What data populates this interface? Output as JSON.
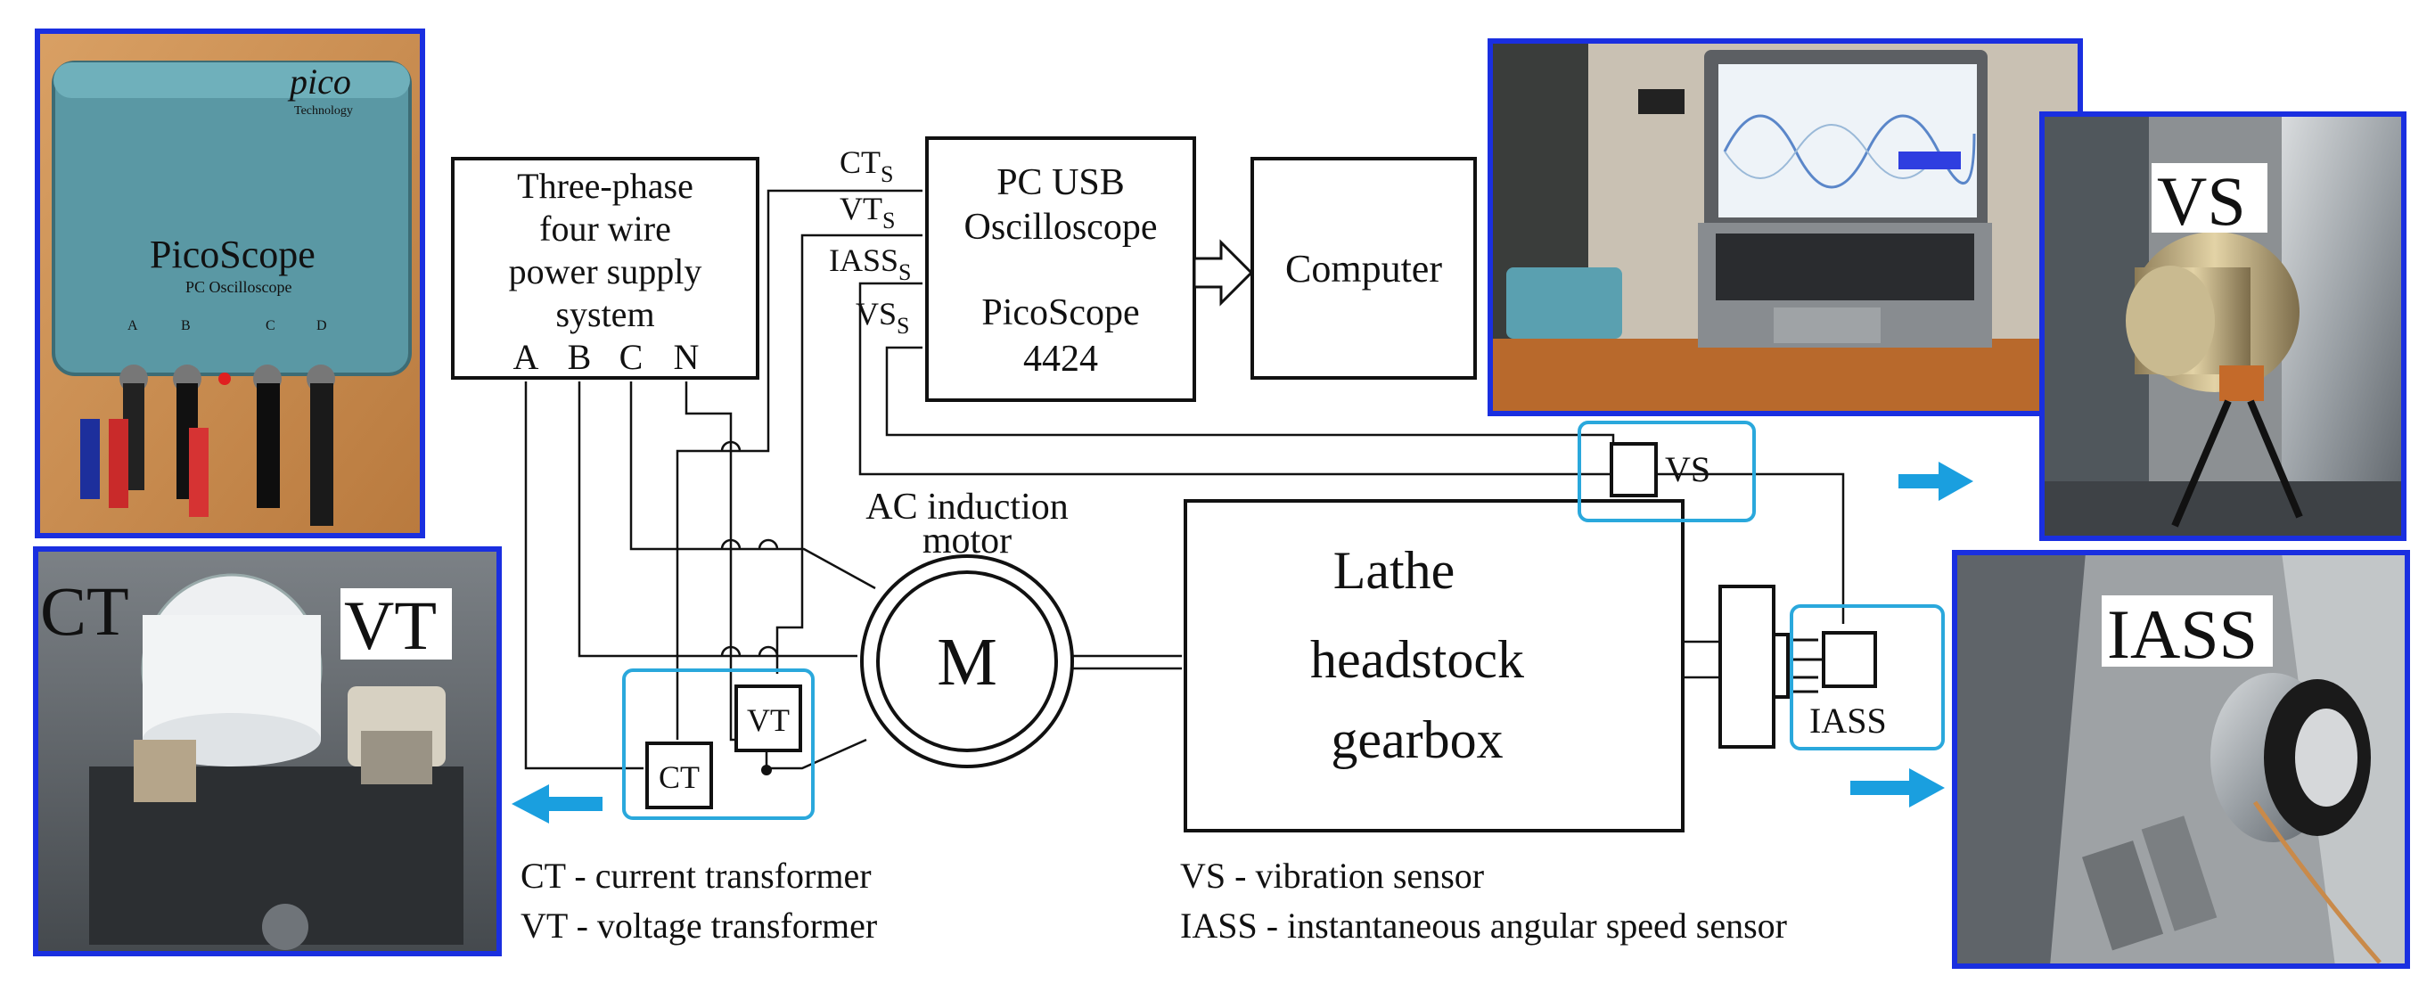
{
  "blocks": {
    "power_supply": {
      "lines": [
        "Three-phase",
        "four wire",
        "power supply",
        "system"
      ],
      "phases": [
        "A",
        "B",
        "C",
        "N"
      ]
    },
    "oscilloscope": {
      "line1": "PC  USB",
      "line2": "Oscilloscope",
      "line3": "PicoScope",
      "line4": "4424",
      "inputs": [
        {
          "base": "CT",
          "sub": "S"
        },
        {
          "base": "VT",
          "sub": "S"
        },
        {
          "base": "IASS",
          "sub": "S"
        },
        {
          "base": "VS",
          "sub": "S"
        }
      ]
    },
    "computer": "Computer",
    "motor": {
      "title_line1": "AC induction",
      "title_line2": "motor",
      "symbol": "M"
    },
    "gearbox": {
      "lines": [
        "Lathe",
        "headstock",
        "gearbox"
      ]
    },
    "ct": "CT",
    "vt": "VT",
    "vs": "VS",
    "iass": "IASS"
  },
  "legend": {
    "left": [
      "CT - current transformer",
      "VT - voltage transformer"
    ],
    "right": [
      "VS - vibration sensor",
      "IASS - instantaneous angular  speed sensor"
    ]
  },
  "photos": {
    "picoscope": {
      "brand": "pico",
      "brand_sub": "Technology",
      "model": "PicoScope",
      "model_sub": "PC Oscilloscope",
      "channels": [
        "A",
        "B",
        "C",
        "D"
      ]
    },
    "ct_vt": {
      "label_ct": "CT",
      "label_vt": "VT"
    },
    "vs": {
      "label": "VS"
    },
    "iass": {
      "label": "IASS"
    }
  },
  "colors": {
    "frame": "#1a2fe0",
    "highlight": "#2aa8dc",
    "arrow": "#1a9fdf",
    "line": "#111111"
  }
}
